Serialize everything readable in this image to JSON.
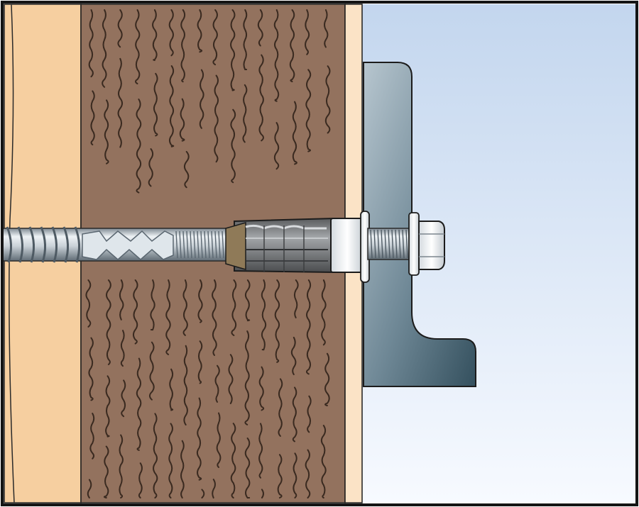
{
  "diagram": {
    "subject": "fixing-anchor-cross-section",
    "colors": {
      "outline": "#1c1c1c",
      "plaster": "#f6cfa0",
      "plaster_light": "#fbe3c6",
      "masonry": "#93725e",
      "masonry_grain": "#3a2a20",
      "bracket_light": "#b7c6cf",
      "bracket_dark": "#34505e",
      "sky_top": "#c3d6ee",
      "sky_bottom": "#f7faff",
      "steel_light": "#eef2f5",
      "steel_mid": "#aeb8c0",
      "steel_dark": "#6d7a84",
      "sleeve": "#77797b",
      "sleeve_dark": "#4b4d4f",
      "washer": "#e4e8eb"
    },
    "icons": [
      "plaster-layer",
      "masonry-layer",
      "render-layer",
      "angle-bracket",
      "screw-anchor",
      "expansion-sleeve",
      "washer",
      "hex-nut"
    ]
  }
}
